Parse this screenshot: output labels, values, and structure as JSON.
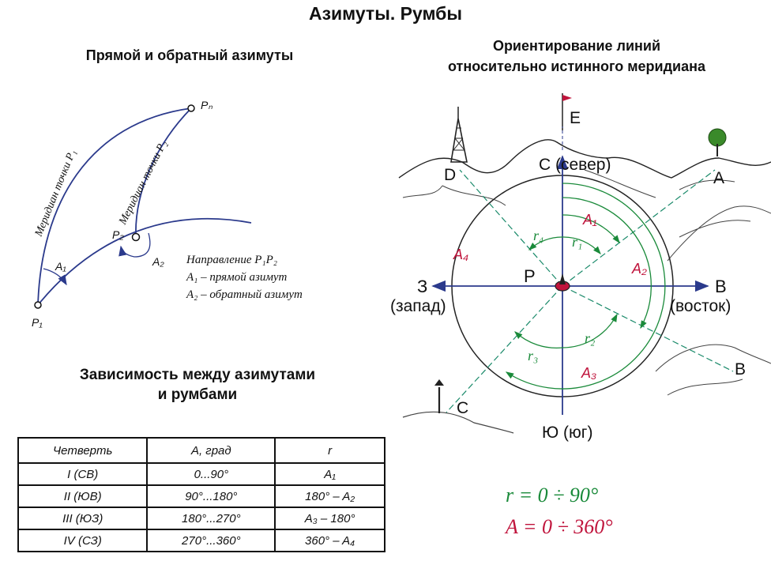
{
  "title": "Азимуты. Румбы",
  "left_subtitle": "Прямой и обратный азимуты",
  "right_subtitle_line1": "Ориентирование линий",
  "right_subtitle_line2": "относительно истинного меридиана",
  "table_subtitle_line1": "Зависимость между азимутами",
  "table_subtitle_line2": "и румбами",
  "left_diagram": {
    "meridian1": "Меридиан точки P₁",
    "meridian2": "Меридиан точки P₂",
    "p1": "P₁",
    "p2": "P₂",
    "pn": "Pₙ",
    "a1": "A₁",
    "a2": "A₂",
    "legend": [
      "Направление P₁P₂",
      "A₁ – прямой азимут",
      "A₂ – обратный азимут"
    ]
  },
  "compass": {
    "north": "С (север)",
    "south": "Ю (юг)",
    "west_letter": "З",
    "west_word": "(запад)",
    "east_letter": "В",
    "east_word": "(восток)",
    "center": "P",
    "e_top": "E",
    "points": {
      "A": "A",
      "B": "B",
      "C": "C",
      "D": "D"
    },
    "azimuths": [
      "A₁",
      "A₂",
      "A₃",
      "A₄"
    ],
    "rumbs": [
      "r₁",
      "r₂",
      "r₃",
      "r₄"
    ],
    "colors": {
      "azimuth": "#c0143c",
      "rumb": "#1a8a3a",
      "axis": "#2b3a8c"
    }
  },
  "table": {
    "headers": [
      "Четверть",
      "A, град",
      "r"
    ],
    "rows": [
      [
        "I (СВ)",
        "0...90°",
        "A₁"
      ],
      [
        "II (ЮВ)",
        "90°...180°",
        "180° – A₂"
      ],
      [
        "III (ЮЗ)",
        "180°...270°",
        "A₃ – 180°"
      ],
      [
        "IV (СЗ)",
        "270°...360°",
        "360° – A₄"
      ]
    ]
  },
  "formulas": {
    "rumb_range": "r = 0 ÷ 90°",
    "azimuth_range": "A = 0 ÷ 360°"
  }
}
